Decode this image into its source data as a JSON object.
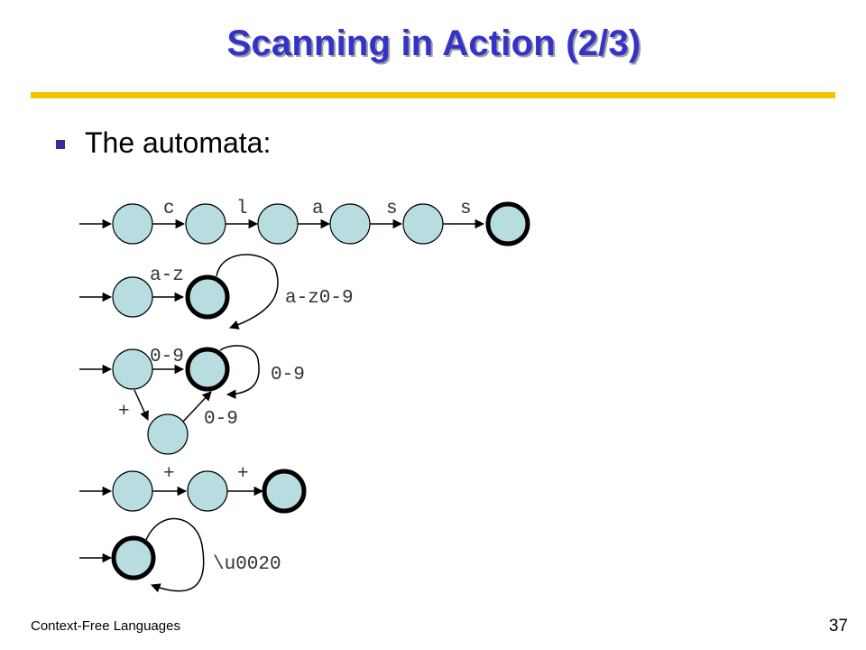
{
  "slide": {
    "title": "Scanning in Action (2/3)",
    "bullet": "The automata:",
    "footer_left": "Context-Free Languages",
    "page_number": "37"
  },
  "colors": {
    "title": "#3333cc",
    "rule": "#f5c400",
    "bullet": "#3a2a9c",
    "state_fill": "#b8dde0"
  },
  "diagram": {
    "class_labels": [
      "c",
      "l",
      "a",
      "s",
      "s"
    ],
    "identifier_labels": [
      "a-z",
      "a-z0-9"
    ],
    "number_labels": [
      "0-9",
      "0-9",
      "+",
      "0-9"
    ],
    "plusplus_labels": [
      "+",
      "+"
    ],
    "whitespace_label": "\\u0020"
  }
}
